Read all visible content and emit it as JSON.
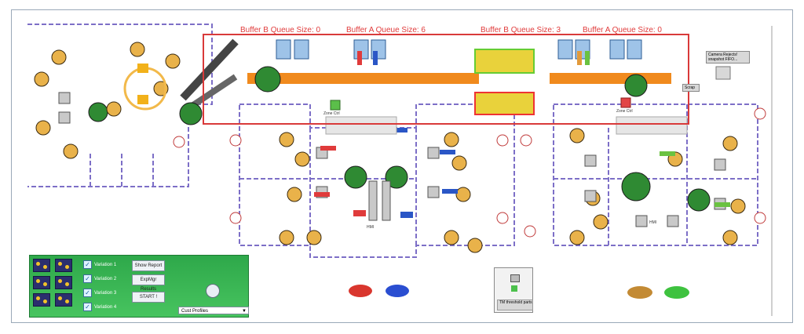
{
  "queues": [
    {
      "label": "Buffer B Queue Size: 0"
    },
    {
      "label": "Buffer A Queue Size: 6"
    },
    {
      "label": "Buffer B Queue Size: 3"
    },
    {
      "label": "Buffer A Queue Size: 0"
    }
  ],
  "zones": {
    "zone_left": "Zone Ctrl",
    "zone_right": "Zone Ctrl"
  },
  "side": {
    "camera_rejects": "Camera Rejects! snapshot FIFO...",
    "scrap": "Scrap",
    "hmi_left": "HMI",
    "hmi_right": "HMI"
  },
  "panel": {
    "variations": [
      "Variation 1",
      "Variation 2",
      "Variation 3",
      "Variation 4"
    ],
    "show_report": "Show Report",
    "expmgr_results": "ExpMgr Results",
    "start": "START !",
    "select_value": "Cust Profiles"
  },
  "threshold_box": {
    "label": "TM threshold parts"
  },
  "colors": {
    "highlight": "#d93a3a",
    "conveyor": "#f08a1d",
    "wall": "#7d6fc7",
    "panel_green": "#35b04f"
  }
}
